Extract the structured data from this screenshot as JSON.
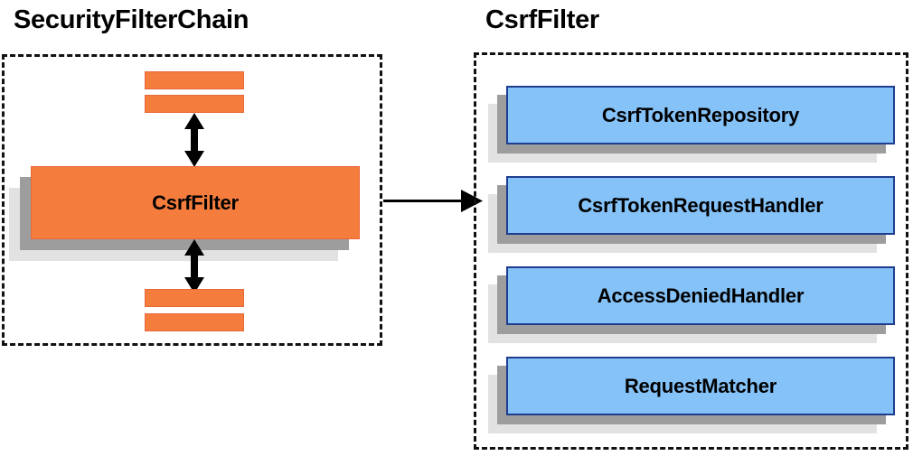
{
  "diagram": {
    "background": "#ffffff",
    "colors": {
      "orange_fill": "#f47c3c",
      "orange_border": "#e8673a",
      "blue_fill": "#85c2f8",
      "blue_border": "#1f3d8f",
      "shadow_near": "#9d9d9d",
      "shadow_far": "#e2e2e2",
      "outline": "#111111",
      "text": "#000000"
    }
  },
  "left_panel": {
    "title": "SecurityFilterChain",
    "main_component": {
      "label": "CsrfFilter"
    },
    "stubs_top": [
      {
        "label": ""
      },
      {
        "label": ""
      }
    ],
    "stubs_bottom": [
      {
        "label": ""
      },
      {
        "label": ""
      }
    ],
    "arrows": [
      {
        "name": "arrow-up-down-top",
        "direction": "bidirectional-vertical"
      },
      {
        "name": "arrow-up-down-bottom",
        "direction": "bidirectional-vertical"
      }
    ]
  },
  "connector": {
    "name": "arrow-left-to-right",
    "direction": "right",
    "label": ""
  },
  "right_panel": {
    "title": "CsrfFilter",
    "components": [
      {
        "label": "CsrfTokenRepository"
      },
      {
        "label": "CsrfTokenRequestHandler"
      },
      {
        "label": "AccessDeniedHandler"
      },
      {
        "label": "RequestMatcher"
      }
    ]
  }
}
